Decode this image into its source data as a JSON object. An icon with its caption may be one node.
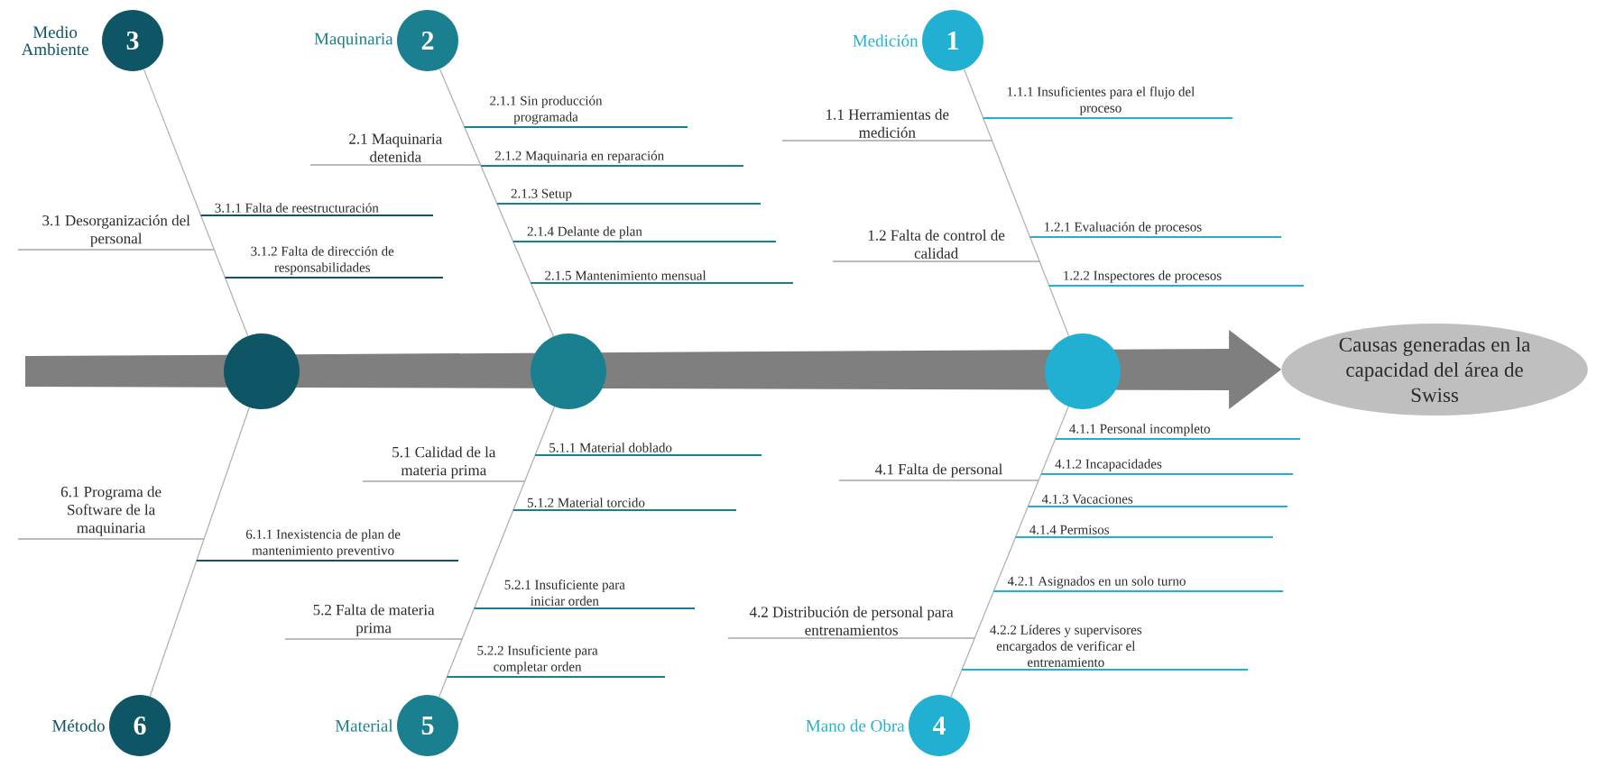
{
  "diagram": {
    "nodes": [
      {
        "text": [
          "3"
        ],
        "beside": [
          "Medio Ambiente"
        ]
      },
      {
        "text": [
          "2"
        ],
        "beside": [
          "Maquinaria"
        ]
      },
      {
        "text": [
          "1"
        ],
        "beside": [
          "Medición"
        ]
      },
      {
        "text": [],
        "shape": "circle"
      },
      {
        "text": [],
        "shape": "circle"
      },
      {
        "text": [],
        "shape": "circle"
      },
      {
        "text": [
          "Causas generadas en la capacidad del área de Swiss"
        ]
      },
      {
        "text": [
          "6"
        ],
        "beside": [
          "Método"
        ]
      },
      {
        "text": [
          "5"
        ],
        "beside": [
          "Material"
        ]
      },
      {
        "text": [
          "4"
        ],
        "beside": [
          "Mano de Obra"
        ]
      }
    ],
    "edges": [
      {
        "from": null,
        "to": 6,
        "arrow": "to",
        "style": "thick"
      },
      {
        "from": 0,
        "to": 3,
        "arrow": "none"
      },
      {
        "from": 1,
        "to": 4,
        "arrow": "none"
      },
      {
        "from": 2,
        "to": 5,
        "arrow": "none"
      },
      {
        "from": 7,
        "to": 3,
        "arrow": "none"
      },
      {
        "from": 8,
        "to": 4,
        "arrow": "none"
      },
      {
        "from": 9,
        "to": 5,
        "arrow": "none"
      }
    ],
    "labels": [
      "3.1 Desorganización del personal",
      "3.1.1 Falta de reestructuración",
      "3.1.2 Falta de dirección de responsabilidades",
      "2.1 Maquinaria detenida",
      "2.1.1 Sin producción programada",
      "2.1.2 Maquinaria en reparación",
      "2.1.3 Setup",
      "2.1.4 Delante de plan",
      "2.1.5 Mantenimiento mensual",
      "1.1 Herramientas de medición",
      "1.1.1 Insuficientes para el flujo del proceso",
      "1.2 Falta de control de calidad",
      "1.2.1 Evaluación de procesos",
      "1.2.2 Inspectores de procesos",
      "6.1 Programa de Software de la maquinaria",
      "6.1.1 Inexistencia de plan de mantenimiento preventivo",
      "5.1 Calidad de la materia prima",
      "5.1.1 Material doblado",
      "5.1.2 Material torcido",
      "5.2.1 Insuficiente para iniciar orden",
      "5.2 Falta de materia prima",
      "5.2.2 Insuficiente para completar orden",
      "4.1.1 Personal incompleto",
      "4.1.2 Incapacidades",
      "4.1 Falta de personal",
      "4.1.3 Vacaciones",
      "4.1.4 Permisos",
      "4.2.1 Asignados en un solo turno",
      "4.2 Distribución de personal para entrenamientos",
      "4.2.2 Líderes y supervisores encargados de verificar el entrenamiento"
    ]
  }
}
